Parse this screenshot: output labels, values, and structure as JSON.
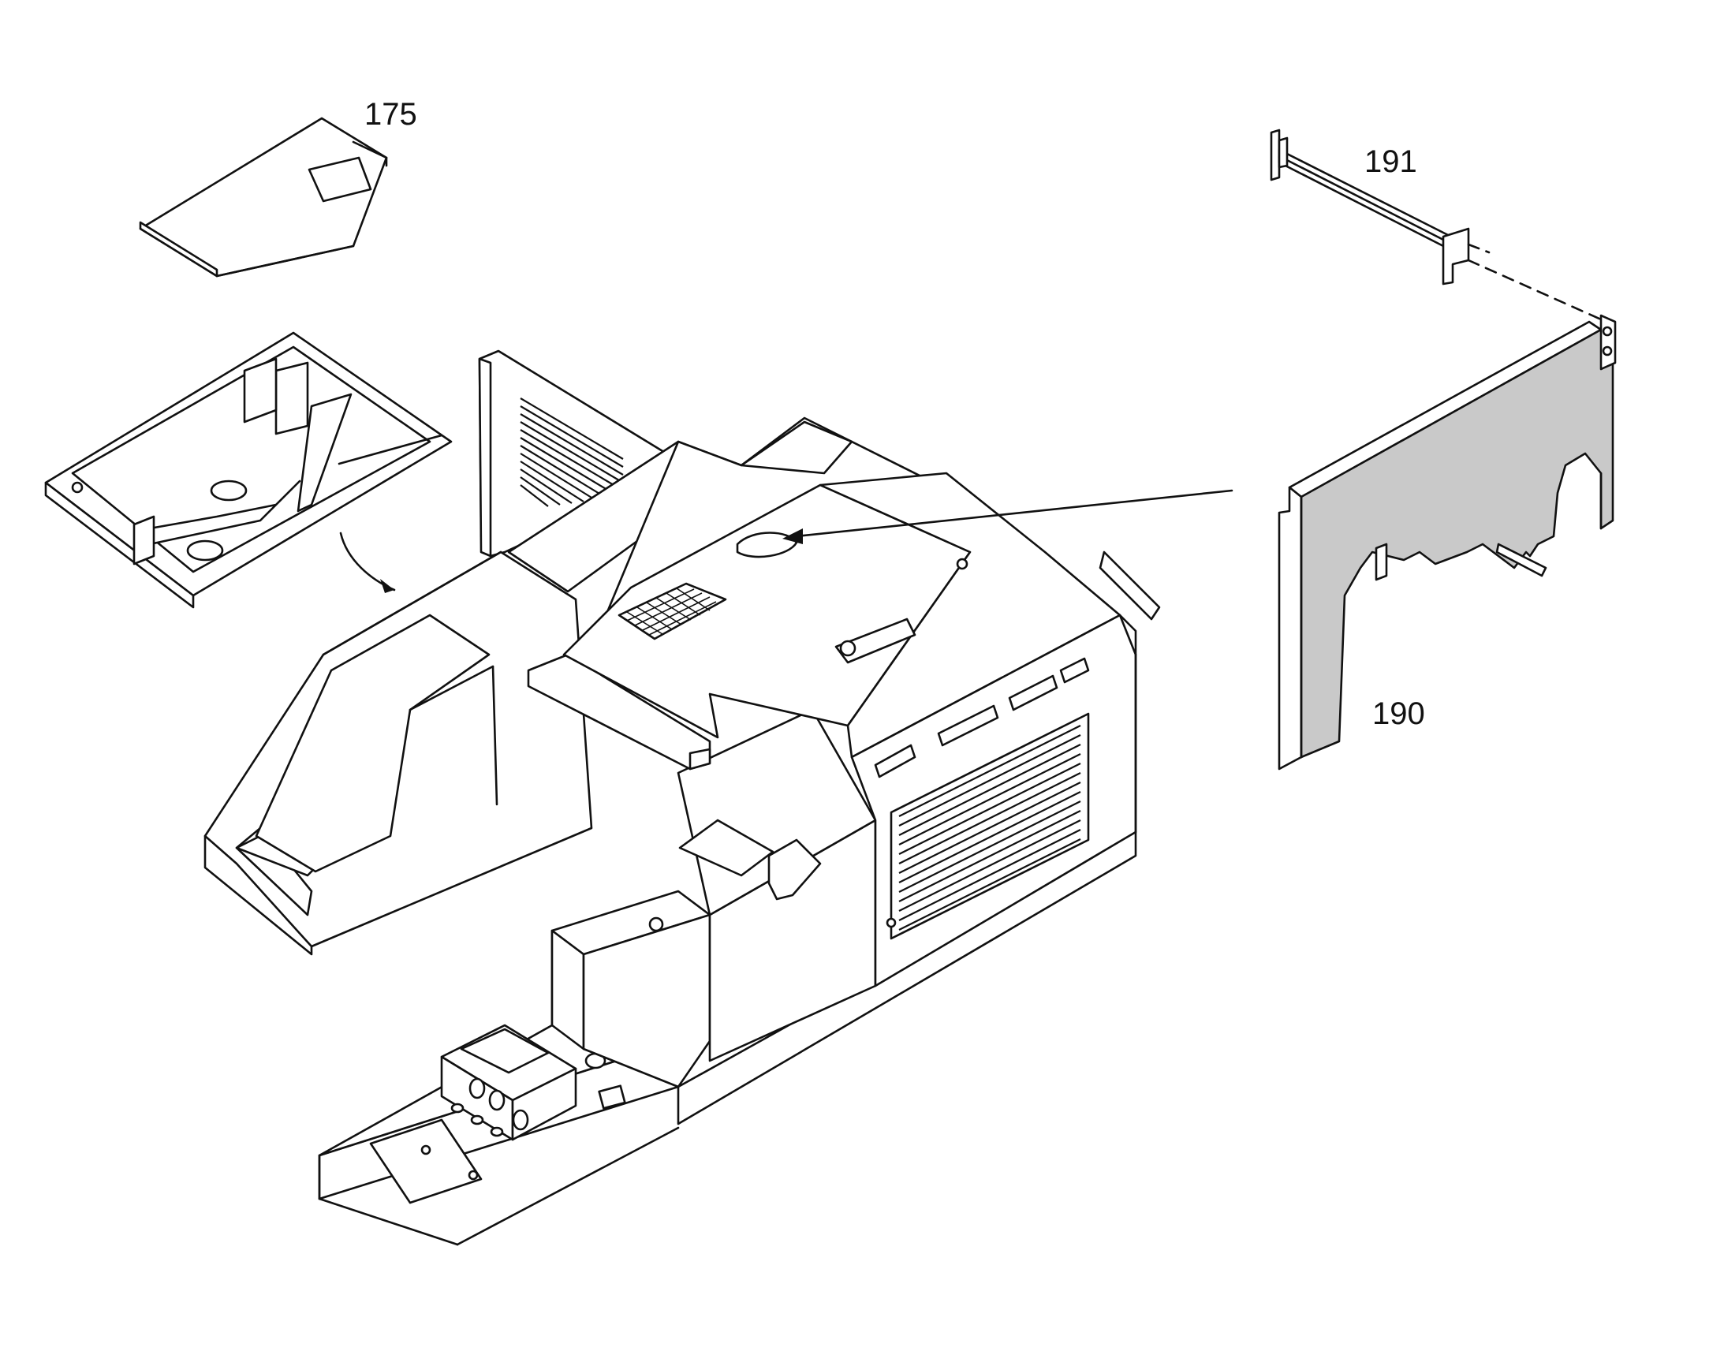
{
  "figure": {
    "callouts": {
      "cover_plate": "175",
      "side_panel": "190",
      "bracket": "191"
    },
    "colors": {
      "line": "#111111",
      "panel_shade": "#c9c9c9",
      "background": "#ffffff"
    }
  }
}
